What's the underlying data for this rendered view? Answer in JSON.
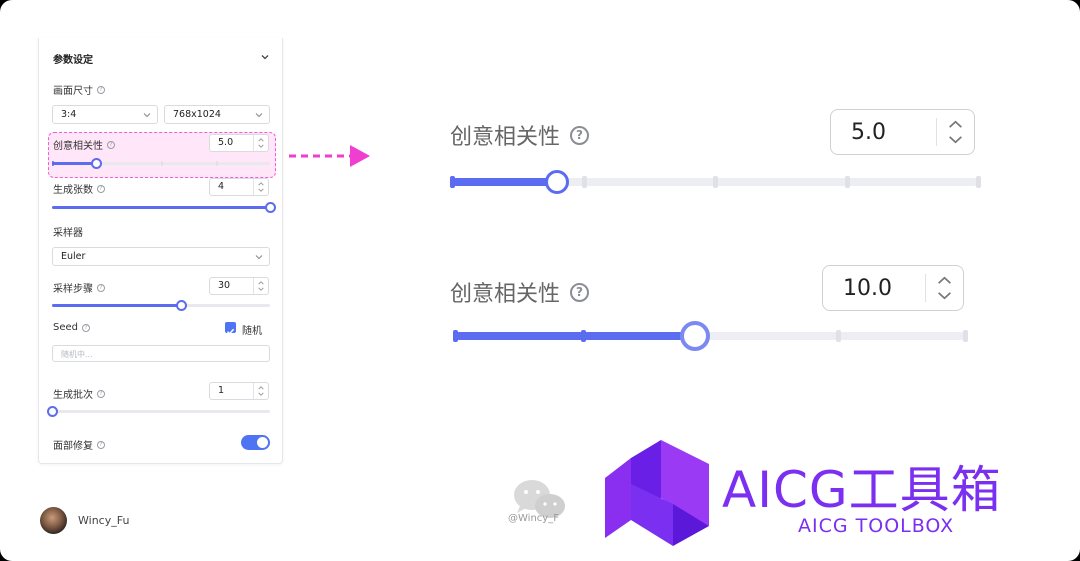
{
  "panel": {
    "title": "参数设定",
    "canvas_size": {
      "label": "画面尺寸",
      "ratio": "3:4",
      "resolution": "768x1024"
    },
    "creativity": {
      "label": "创意相关性",
      "value": "5.0",
      "slider_fraction": 0.2
    },
    "count": {
      "label": "生成张数",
      "value": "4",
      "slider_fraction": 1.0
    },
    "sampler": {
      "label": "采样器",
      "value": "Euler"
    },
    "steps": {
      "label": "采样步骤",
      "value": "30",
      "slider_fraction": 0.59
    },
    "seed": {
      "label": "Seed",
      "random_label": "随机",
      "random_checked": true,
      "placeholder": "随机中..."
    },
    "batch": {
      "label": "生成批次",
      "value": "1",
      "slider_fraction": 0.0
    },
    "face_fix": {
      "label": "面部修复",
      "enabled": true
    }
  },
  "zoom_top": {
    "label": "创意相关性",
    "value": "5.0",
    "slider_fraction": 0.2
  },
  "zoom_bottom": {
    "label": "创意相关性",
    "value": "10.0",
    "slider_fraction": 0.47
  },
  "author": {
    "name": "Wincy_Fu"
  },
  "watermark": {
    "text": "@Wincy_F"
  },
  "brand": {
    "title": "AICG工具箱",
    "subtitle": "AICG TOOLBOX"
  },
  "colors": {
    "accent": "#5b6cf0",
    "highlight": "#f25cd4",
    "brand": "#7b2ff0",
    "check": "#4f74f3"
  },
  "icons": [
    "chevron-down-icon",
    "help-icon",
    "dropdown-icon",
    "spin-icon",
    "check-icon",
    "toggle-icon",
    "arrow-icon",
    "wechat-icon",
    "logo-icon"
  ]
}
